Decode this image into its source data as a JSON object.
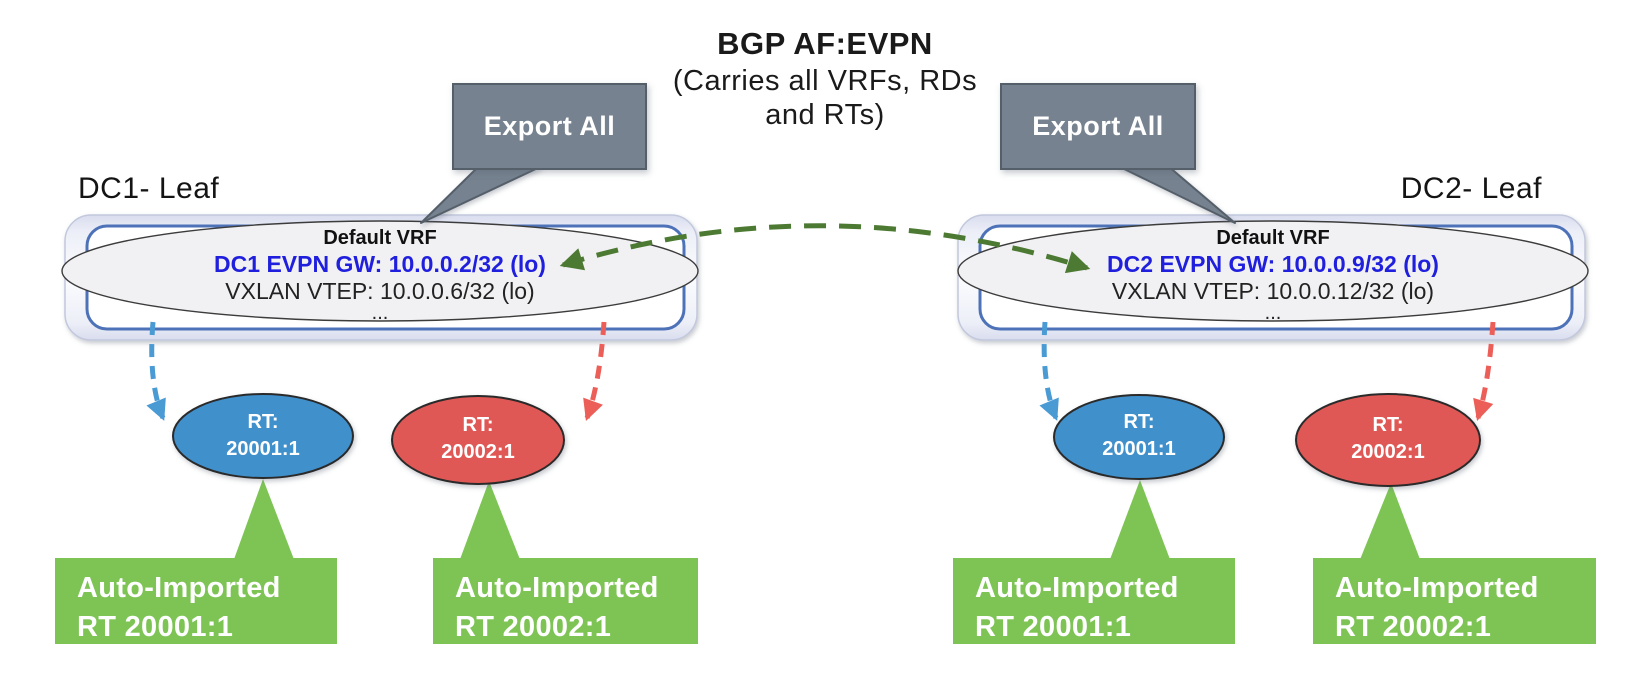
{
  "title": {
    "heading": "BGP AF:EVPN",
    "subtitle1": "(Carries all VRFs, RDs",
    "subtitle2": "and RTs)"
  },
  "export_callouts": {
    "left": "Export All",
    "right": "Export All"
  },
  "leaves": {
    "dc1": {
      "label": "DC1- Leaf",
      "vrf": "Default VRF",
      "gw": "DC1 EVPN GW: 10.0.0.2/32 (lo)",
      "vtep": "VXLAN VTEP: 10.0.0.6/32 (lo)",
      "more": "..."
    },
    "dc2": {
      "label": "DC2- Leaf",
      "vrf": "Default VRF",
      "gw": "DC2 EVPN GW: 10.0.0.9/32 (lo)",
      "vtep": "VXLAN VTEP: 10.0.0.12/32 (lo)",
      "more": "..."
    }
  },
  "rt_nodes": [
    {
      "line1": "RT:",
      "line2": "20001:1"
    },
    {
      "line1": "RT:",
      "line2": "20002:1"
    },
    {
      "line1": "RT:",
      "line2": "20001:1"
    },
    {
      "line1": "RT:",
      "line2": "20002:1"
    }
  ],
  "import_callouts": [
    {
      "line1": "Auto-Imported",
      "line2": "RT 20001:1"
    },
    {
      "line1": "Auto-Imported",
      "line2": "RT 20002:1"
    },
    {
      "line1": "Auto-Imported",
      "line2": "RT 20001:1"
    },
    {
      "line1": "Auto-Imported",
      "line2": "RT 20002:1"
    }
  ],
  "colors": {
    "callout_gray": "#76828f",
    "callout_gray_border": "#545f6a",
    "import_green": "#7dc455",
    "rt_blue": "#4090cc",
    "rt_red": "#e05954",
    "arrow_green": "#4d7a33",
    "arrow_blue": "#4a9ad4",
    "arrow_red": "#ec5f58",
    "gw_text_blue": "#1f1fdd",
    "leaf_border_blue": "#4d72b8",
    "ellipse_fill": "#f1f1f3"
  }
}
